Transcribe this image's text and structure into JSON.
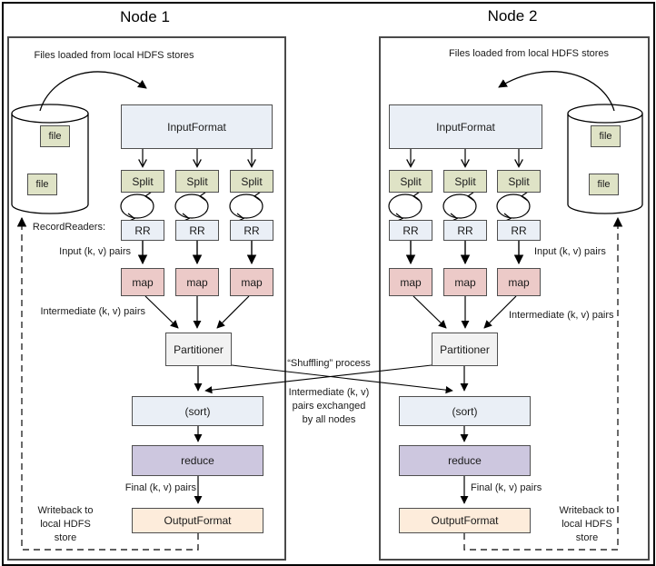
{
  "diagram": {
    "center": {
      "shuffling_label": "“Shuffling” process",
      "exchange_label": "Intermediate (k, v)\npairs exchanged\nby all nodes"
    },
    "nodes": [
      {
        "title": "Node 1",
        "files_loaded_label": "Files loaded from local HDFS stores",
        "file_labels": [
          "file",
          "file"
        ],
        "input_format": "InputFormat",
        "splits": [
          "Split",
          "Split",
          "Split"
        ],
        "record_readers_label": "RecordReaders:",
        "rrs": [
          "RR",
          "RR",
          "RR"
        ],
        "input_pairs_label": "Input (k, v) pairs",
        "maps": [
          "map",
          "map",
          "map"
        ],
        "intermediate_pairs_label": "Intermediate (k, v) pairs",
        "partitioner": "Partitioner",
        "sort": "(sort)",
        "reduce": "reduce",
        "final_pairs_label": "Final (k, v) pairs",
        "output_format": "OutputFormat",
        "writeback_label": "Writeback to\nlocal HDFS\nstore"
      },
      {
        "title": "Node 2",
        "files_loaded_label": "Files loaded from local HDFS stores",
        "file_labels": [
          "file",
          "file"
        ],
        "input_format": "InputFormat",
        "splits": [
          "Split",
          "Split",
          "Split"
        ],
        "rrs": [
          "RR",
          "RR",
          "RR"
        ],
        "input_pairs_label": "Input (k, v) pairs",
        "maps": [
          "map",
          "map",
          "map"
        ],
        "intermediate_pairs_label": "Intermediate (k, v) pairs",
        "partitioner": "Partitioner",
        "sort": "(sort)",
        "reduce": "reduce",
        "final_pairs_label": "Final (k, v) pairs",
        "output_format": "OutputFormat",
        "writeback_label": "Writeback to\nlocal HDFS\nstore"
      }
    ],
    "colors": {
      "green": "#dfe3c6",
      "blue": "#eaeff6",
      "pink": "#eccac8",
      "gray": "#f2f2f2",
      "purple": "#cdc7df",
      "peach": "#fdecdb"
    }
  }
}
